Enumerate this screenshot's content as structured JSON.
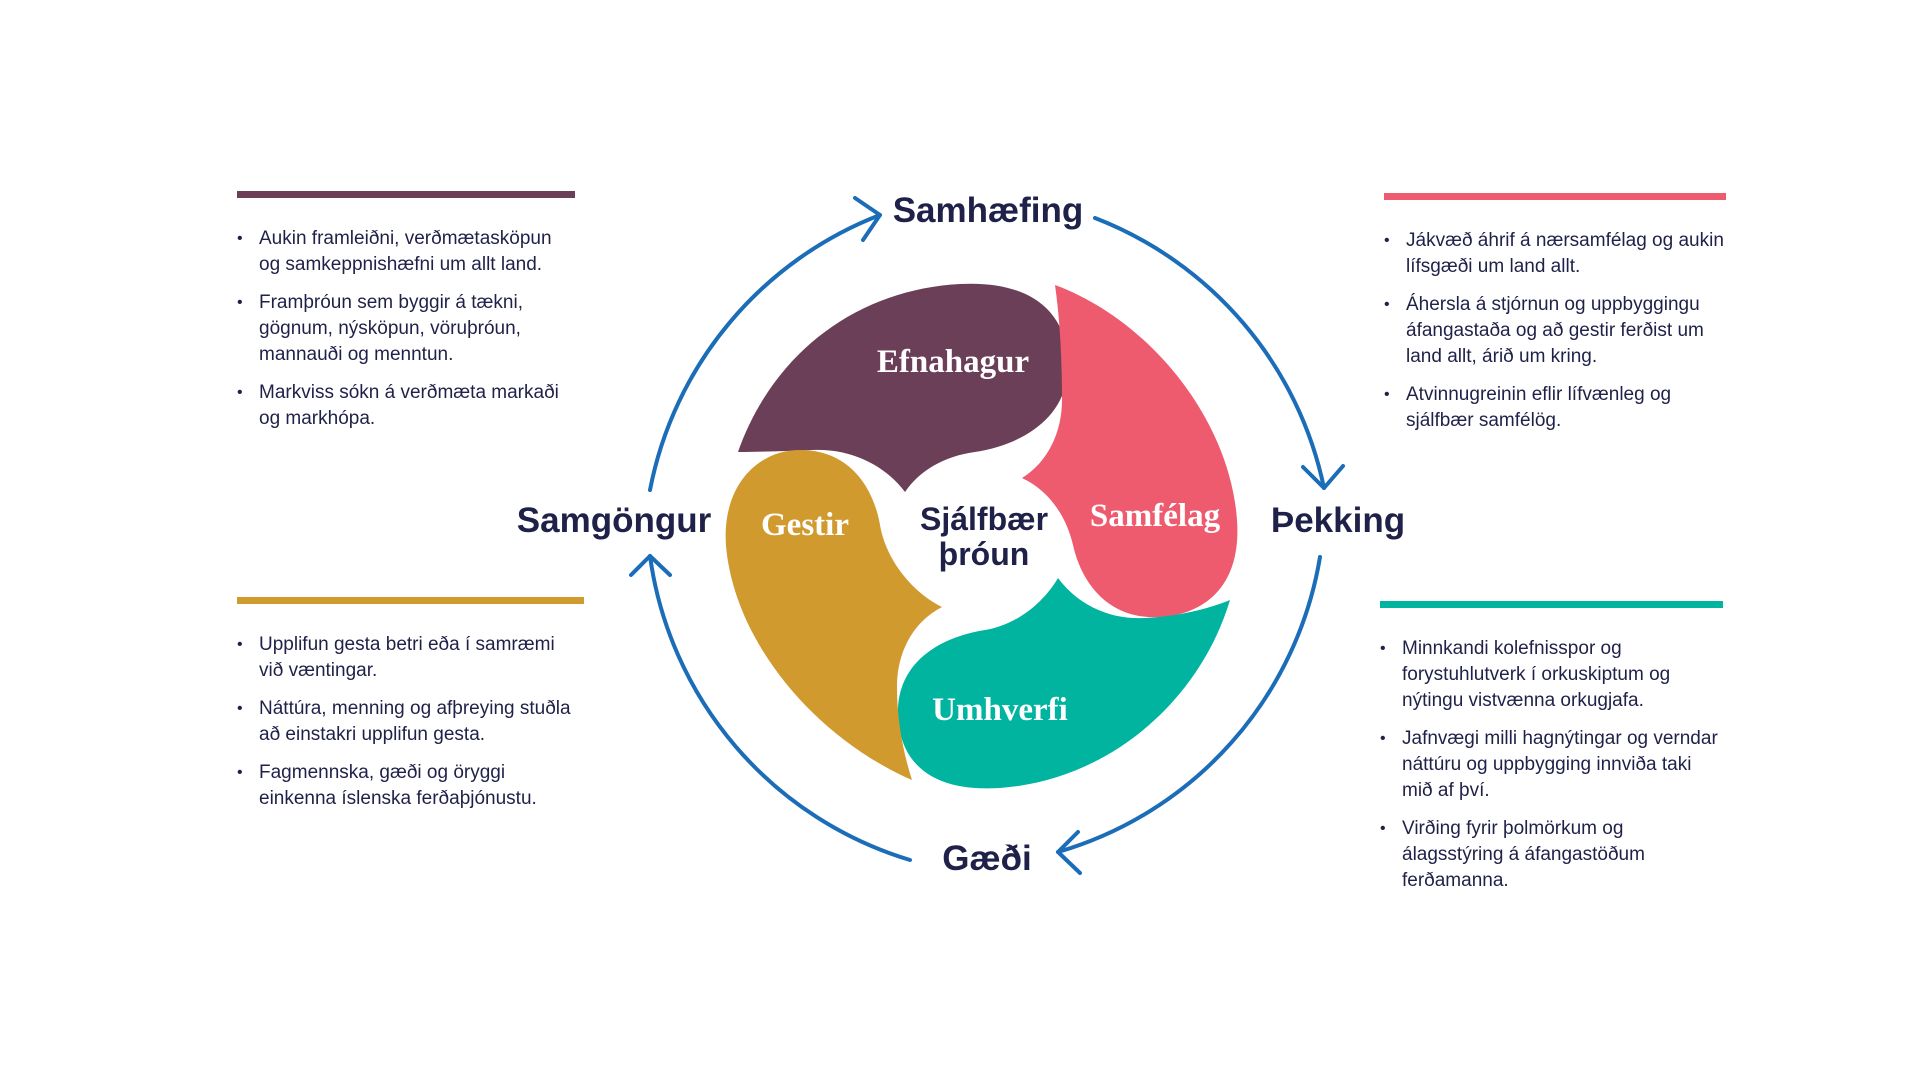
{
  "colors": {
    "navy": "#1f2148",
    "arrow_blue": "#1b6db8",
    "efnahagur": "#6b3f57",
    "samfelag": "#ef5b6e",
    "umhverfi": "#00b4a0",
    "gestir": "#d09a2e"
  },
  "center": {
    "line1": "Sjálfbær",
    "line2": "þróun"
  },
  "petals": {
    "efnahagur": "Efnahagur",
    "samfelag": "Samfélag",
    "umhverfi": "Umhverfi",
    "gestir": "Gestir"
  },
  "cycle": {
    "top": "Samhæfing",
    "right": "Þekking",
    "bottom": "Gæði",
    "left": "Samgöngur"
  },
  "panels": {
    "top_left": {
      "color": "#6b3f57",
      "items": [
        "Aukin framleiðni, verðmætasköpun og samkeppnishæfni um allt land.",
        "Framþróun sem byggir á tækni, gögnum, nýsköpun, vöruþróun, mannauði og menntun.",
        "Markviss sókn á verðmæta markaði og markhópa."
      ]
    },
    "top_right": {
      "color": "#ef5b6e",
      "items": [
        "Jákvæð áhrif á nærsamfélag og aukin lífsgæði um land allt.",
        "Áhersla á stjórnun og uppbyggingu áfangastaða og að gestir ferðist um land allt, árið um kring.",
        "Atvinnugreinin eflir lífvænleg og sjálfbær samfélög."
      ]
    },
    "bottom_left": {
      "color": "#d09a2e",
      "items": [
        "Upplifun gesta betri eða í samræmi við væntingar.",
        "Náttúra, menning og afþreying stuðla að einstakri upplifun gesta.",
        "Fagmennska, gæði og öryggi einkenna íslenska ferðaþjónustu."
      ]
    },
    "bottom_right": {
      "color": "#00b4a0",
      "items": [
        "Minnkandi kolefnisspor og forystuhlutverk í orkuskiptum og nýtingu vistvænna orkugjafa.",
        "Jafnvægi milli hagnýtingar og verndar náttúru og uppbygging innviða taki mið af því.",
        "Virðing fyrir þolmörkum og álagsstýring á áfangastöðum ferðamanna."
      ]
    }
  }
}
